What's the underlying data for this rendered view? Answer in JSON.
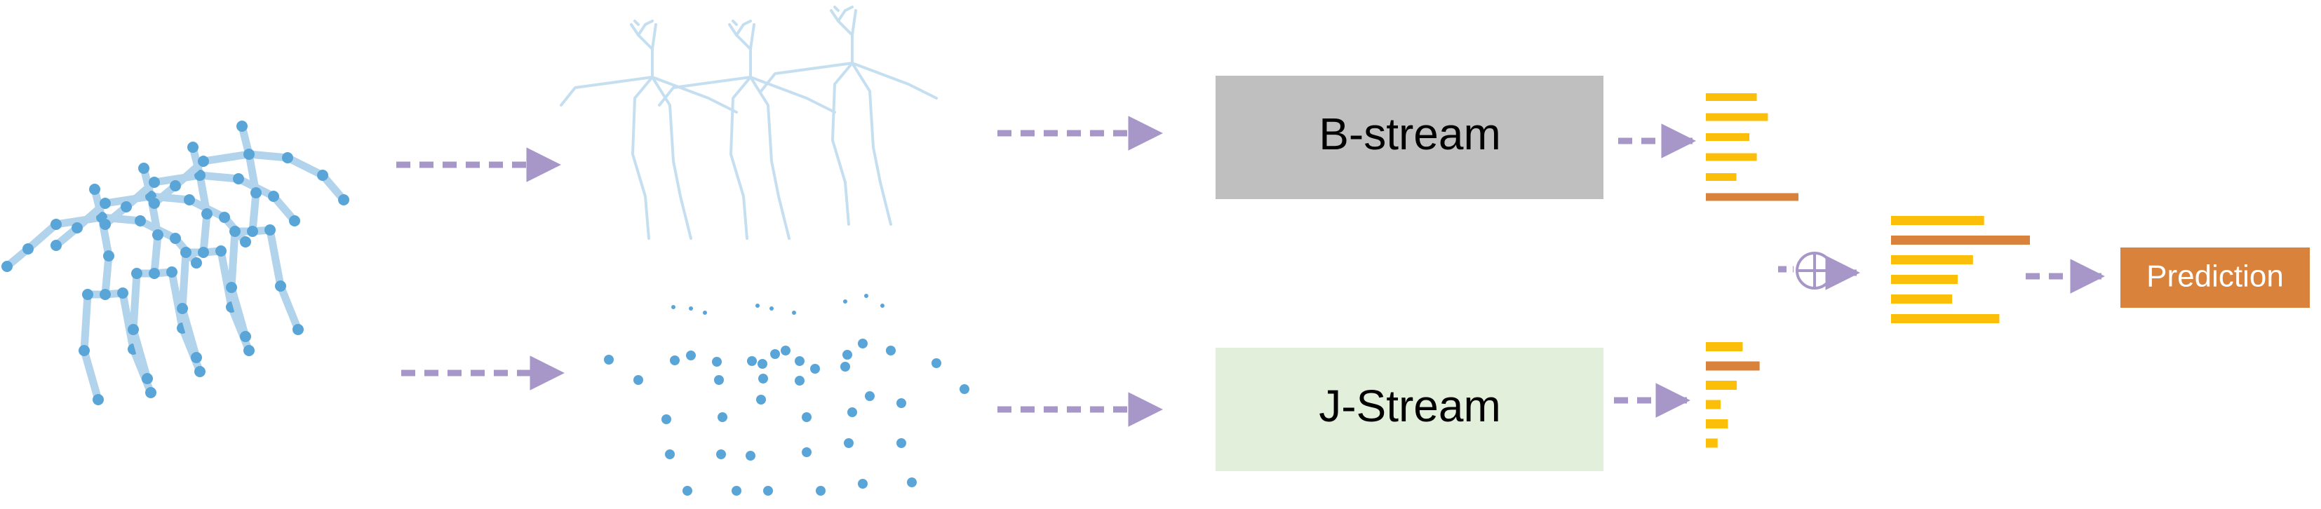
{
  "streams": {
    "bone": {
      "label": "B-stream",
      "fill": "#bfbfbf"
    },
    "joint": {
      "label": "J-Stream",
      "fill": "#e2efda"
    }
  },
  "fusion": {
    "symbol": "⊕"
  },
  "prediction": {
    "label": "Prediction",
    "fill": "#d9823b"
  },
  "score_bars": {
    "bone": [
      0.55,
      0.67,
      0.47,
      0.55,
      0.33,
      1.0
    ],
    "joint": [
      0.5,
      0.73,
      0.42,
      0.2,
      0.3,
      0.16
    ],
    "fused": [
      0.67,
      1.0,
      0.59,
      0.48,
      0.44,
      0.78
    ],
    "highlight_index": {
      "bone": 5,
      "joint": 1,
      "fused": 1
    },
    "colors": {
      "normal": "#fbbf09",
      "highlight": "#d9823b"
    }
  },
  "colors": {
    "arrow": "#a797c8",
    "bone_light": "#c5dff1",
    "bone_mid": "#b2d3ec",
    "joint": "#5aa5d8"
  }
}
